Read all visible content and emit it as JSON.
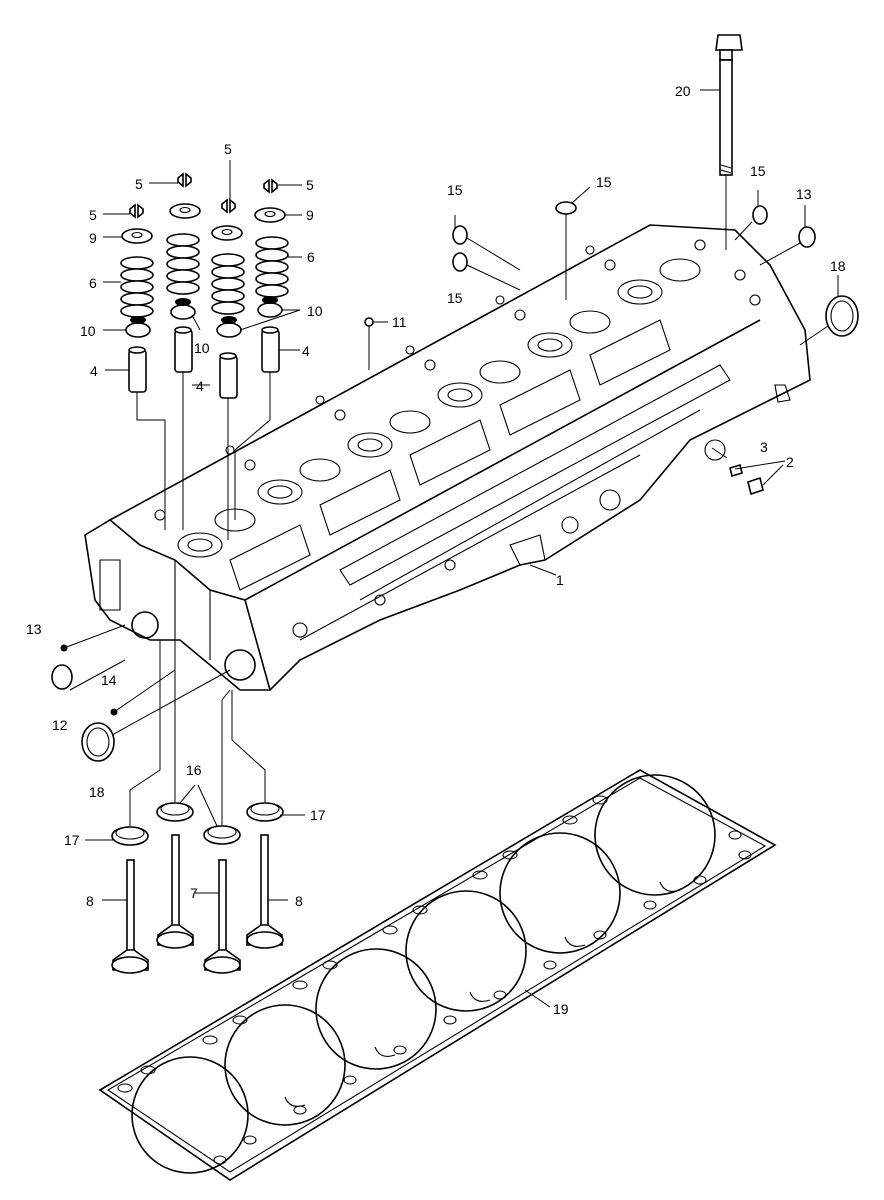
{
  "callouts": {
    "c1": "1",
    "c2": "2",
    "c3": "3",
    "c4a": "4",
    "c4b": "4",
    "c4c": "4",
    "c5a": "5",
    "c5b": "5",
    "c5c": "5",
    "c5d": "5",
    "c6a": "6",
    "c6b": "6",
    "c7": "7",
    "c8a": "8",
    "c8b": "8",
    "c9a": "9",
    "c9b": "9",
    "c10a": "10",
    "c10b": "10",
    "c10c": "10",
    "c11": "11",
    "c12": "12",
    "c13a": "13",
    "c13b": "13",
    "c14": "14",
    "c15a": "15",
    "c15b": "15",
    "c15c": "15",
    "c15d": "15",
    "c16": "16",
    "c17a": "17",
    "c17b": "17",
    "c18a": "18",
    "c18b": "18",
    "c19": "19",
    "c20": "20"
  }
}
